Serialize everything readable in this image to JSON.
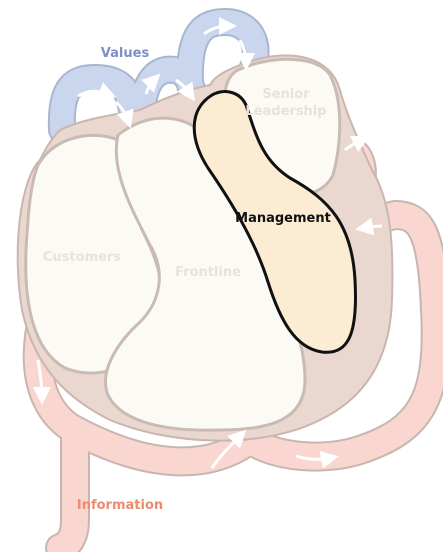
{
  "labels": {
    "values": "Values",
    "senior_leadership_line1": "Senior",
    "senior_leadership_line2": "Leadership",
    "management": "Management",
    "customers": "Customers",
    "frontline": "Frontline",
    "information": "Information"
  },
  "colors": {
    "values_vessel": "#c9d6ee",
    "values_text": "#7d8fc4",
    "information_vessel": "#f9d7d0",
    "information_text": "#ef8a6e",
    "body": "#ead8d0",
    "chamber": "#fbfaf4",
    "management_fill": "#fbecd3",
    "management_stroke": "#111111",
    "faded_text": "#e7e3da"
  }
}
